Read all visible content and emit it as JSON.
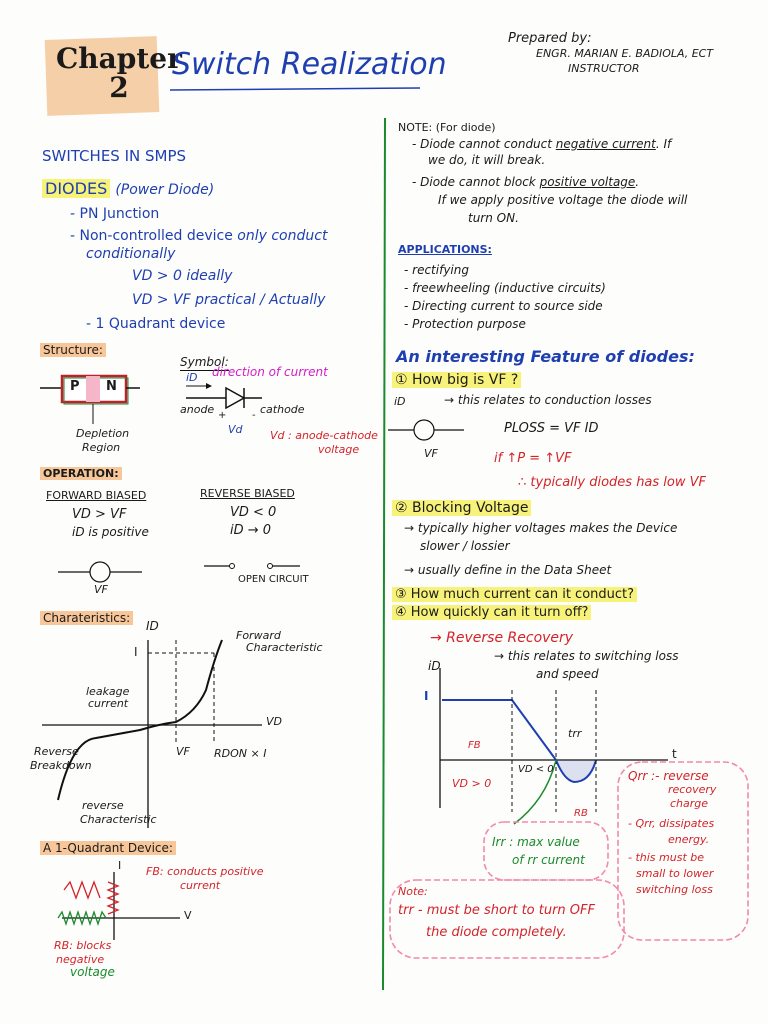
{
  "header": {
    "chapter_label": "Chapter",
    "chapter_number": "2",
    "title": "Switch Realization",
    "prepared_by": "Prepared by:",
    "author": "ENGR. MARIAN E. BADIOLA, ECT",
    "author_role": "INSTRUCTOR"
  },
  "left": {
    "section_heading": "SWITCHES IN SMPS",
    "diodes_heading": "DIODES",
    "diodes_subtitle": "(Power Diode)",
    "bullet_pn": "- PN Junction",
    "bullet_noncontrolled": "- Non-controlled device",
    "noncontrolled_note": "only conduct",
    "noncontrolled_note2": "conditionally",
    "vd_ideal": "VD > 0   ideally",
    "vd_practical": "VD > VF   practical / Actually",
    "bullet_quadrant": "- 1 Quadrant device",
    "structure_label": "Structure:",
    "p_label": "P",
    "n_label": "N",
    "depletion_label": "Depletion",
    "region_label": "Region",
    "symbol_label": "Symbol:",
    "id_label": "iD",
    "direction_label": "direction of current",
    "anode_label": "anode",
    "plus_label": "+",
    "minus_label": "-",
    "cathode_label": "cathode",
    "vd_symbol": "Vd",
    "vd_note": "Vd : anode-cathode",
    "vd_note2": "voltage",
    "operation_label": "OPERATION:",
    "forward_biased": "FORWARD BIASED",
    "fb_cond1": "VD > VF",
    "fb_cond2": "iD is positive",
    "reverse_biased": "REVERSE BIASED",
    "rb_cond1": "VD < 0",
    "rb_cond2": "iD → 0",
    "vf_label": "VF",
    "open_circuit": "OPEN CIRCUIT",
    "characteristics_label": "Charateristics:",
    "char_id_axis": "ID",
    "char_i_label": "I",
    "forward_char": "Forward",
    "forward_char2": "Characteristic",
    "leakage": "leakage",
    "leakage2": "current",
    "vd_axis": "VD",
    "vf_axis": "VF",
    "rdon_label": "RDON × I",
    "reverse_breakdown": "Reverse",
    "reverse_breakdown2": "Breakdown",
    "reverse_char": "reverse",
    "reverse_char2": "Characteristic",
    "one_quadrant_label": "A 1-Quadrant Device:",
    "q_i_axis": "I",
    "q_v_axis": "V",
    "fb_note": "FB: conducts positive",
    "fb_note2": "current",
    "rb_note": "RB: blocks",
    "rb_note2": "negative",
    "rb_note3": "voltage"
  },
  "right": {
    "note_heading": "NOTE: (For diode)",
    "note1a": "- Diode cannot conduct",
    "note1b": "negative current",
    "note1c": ". If",
    "note1d": "we do, it will break.",
    "note2a": "- Diode cannot block",
    "note2b": "positive voltage",
    "note2c": ".",
    "note2d": "If we apply positive voltage the diode will",
    "note2e": "turn ON.",
    "applications_heading": "APPLICATIONS:",
    "apps": [
      "- rectifying",
      "- freewheeling (inductive circuits)",
      "- Directing current to source side",
      "- Protection purpose"
    ],
    "feature_heading": "An interesting Feature of diodes:",
    "q1": "① How big is VF ?",
    "q1_io": "iD",
    "q1_note": "→ this relates to conduction losses",
    "ploss": "PLOSS = VF ID",
    "if_line": "if  ↑P = ↑VF",
    "therefore": "∴ typically diodes has low VF",
    "vf_small": "VF",
    "q2": "② Blocking Voltage",
    "q2_note1": "→ typically higher voltages makes the Device",
    "q2_note2": "slower / lossier",
    "q2_note3": "→ usually define in the Data Sheet",
    "q3": "③ How much current can it conduct?",
    "q4": "④ How quickly can it turn off?",
    "reverse_recovery": "→ Reverse Recovery",
    "rr_note1": "→ this relates to switching loss",
    "rr_note2": "and speed",
    "rr_id": "iD",
    "rr_i": "I",
    "rr_t": "t",
    "rr_trr": "trr",
    "rr_fb": "FB",
    "rr_vd_pos": "VD > 0",
    "rr_vd_neg": "VD < 0",
    "rr_rb": "RB",
    "qrr_note": "Qrr :- reverse",
    "qrr_note2": "recovery",
    "qrr_note3": "charge",
    "qrr_diss": "- Qrr, dissipates",
    "qrr_diss2": "energy.",
    "qrr_small": "- this must be",
    "qrr_small2": "small to lower",
    "qrr_small3": "switching loss",
    "irr_note": "Irr : max value",
    "irr_note2": "of rr current",
    "final_note_head": "Note:",
    "final_note1": "trr - must be short to turn OFF",
    "final_note2": "the diode completely."
  }
}
